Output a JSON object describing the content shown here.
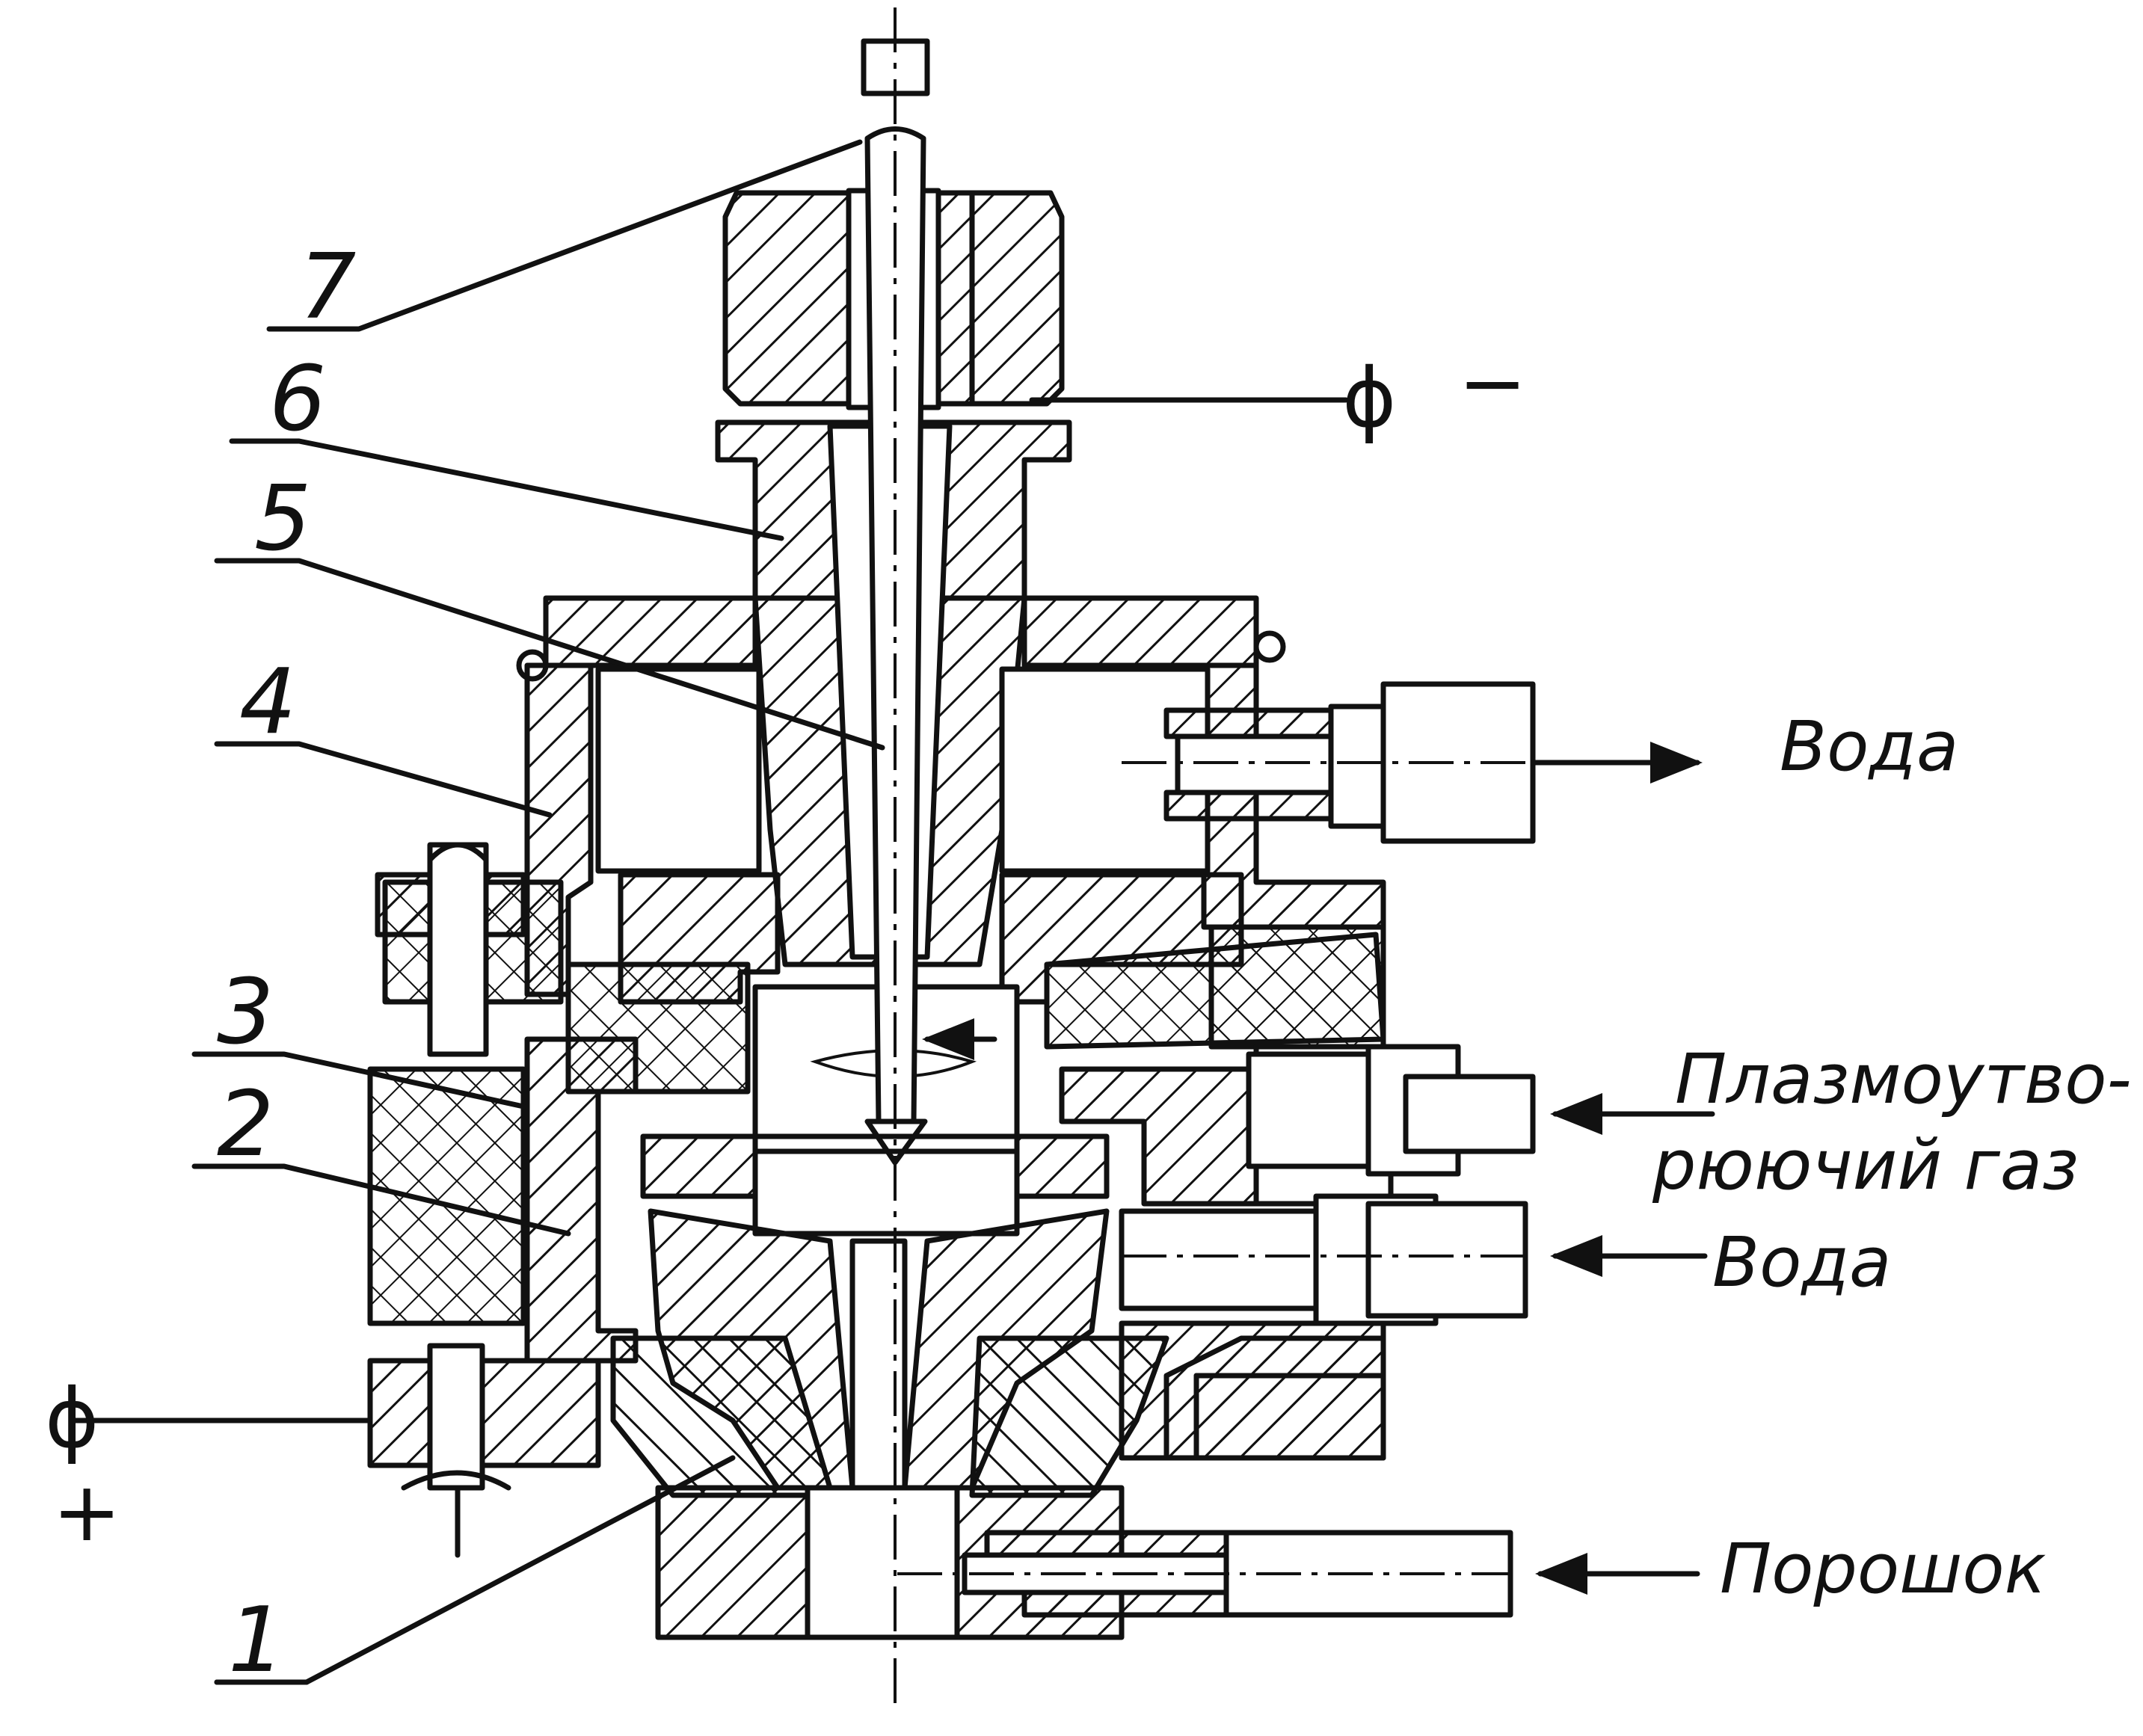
{
  "part_numbers": [
    "1",
    "2",
    "3",
    "4",
    "5",
    "6",
    "7"
  ],
  "ports": {
    "water_out": "Вода",
    "plasma_gas_line1": "Плазмоутво-",
    "plasma_gas_line2": "рюючий газ",
    "water_in": "Вода",
    "powder": "Порошок"
  },
  "terminals": {
    "cathode_symbol": "ϕ",
    "cathode_sign": "−",
    "anode_symbol": "ϕ",
    "anode_sign": "+"
  }
}
